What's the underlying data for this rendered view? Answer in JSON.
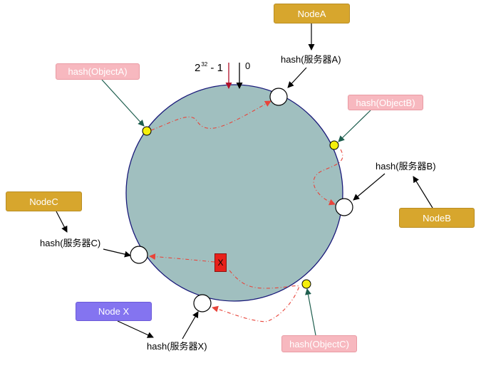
{
  "nodes": {
    "node_a": "NodeA",
    "node_b": "NodeB",
    "node_c": "NodeC",
    "node_x": "Node X"
  },
  "hash_labels": {
    "server_a": "hash(服务器A)",
    "server_b": "hash(服务器B)",
    "server_c": "hash(服务器C)",
    "server_x": "hash(服务器X)"
  },
  "objects": {
    "object_a": "hash(ObjectA)",
    "object_b": "hash(ObjectB)",
    "object_c": "hash(ObjectC)"
  },
  "ring": {
    "max_base": "2",
    "max_exponent": "32",
    "max_suffix": "- 1",
    "zero": "0",
    "failed_mark": "X"
  },
  "colors": {
    "ring_fill": "#a0bfbf",
    "ring_stroke": "#1a1a7a",
    "node_box": "#d7a62d",
    "node_x_box": "#8474f0",
    "object_box": "#f7b8bf",
    "object_point": "#f5ef0a",
    "path_dash": "#e8443a",
    "object_arrow": "#1f5f4f",
    "failed_mark": "#e8211b"
  }
}
